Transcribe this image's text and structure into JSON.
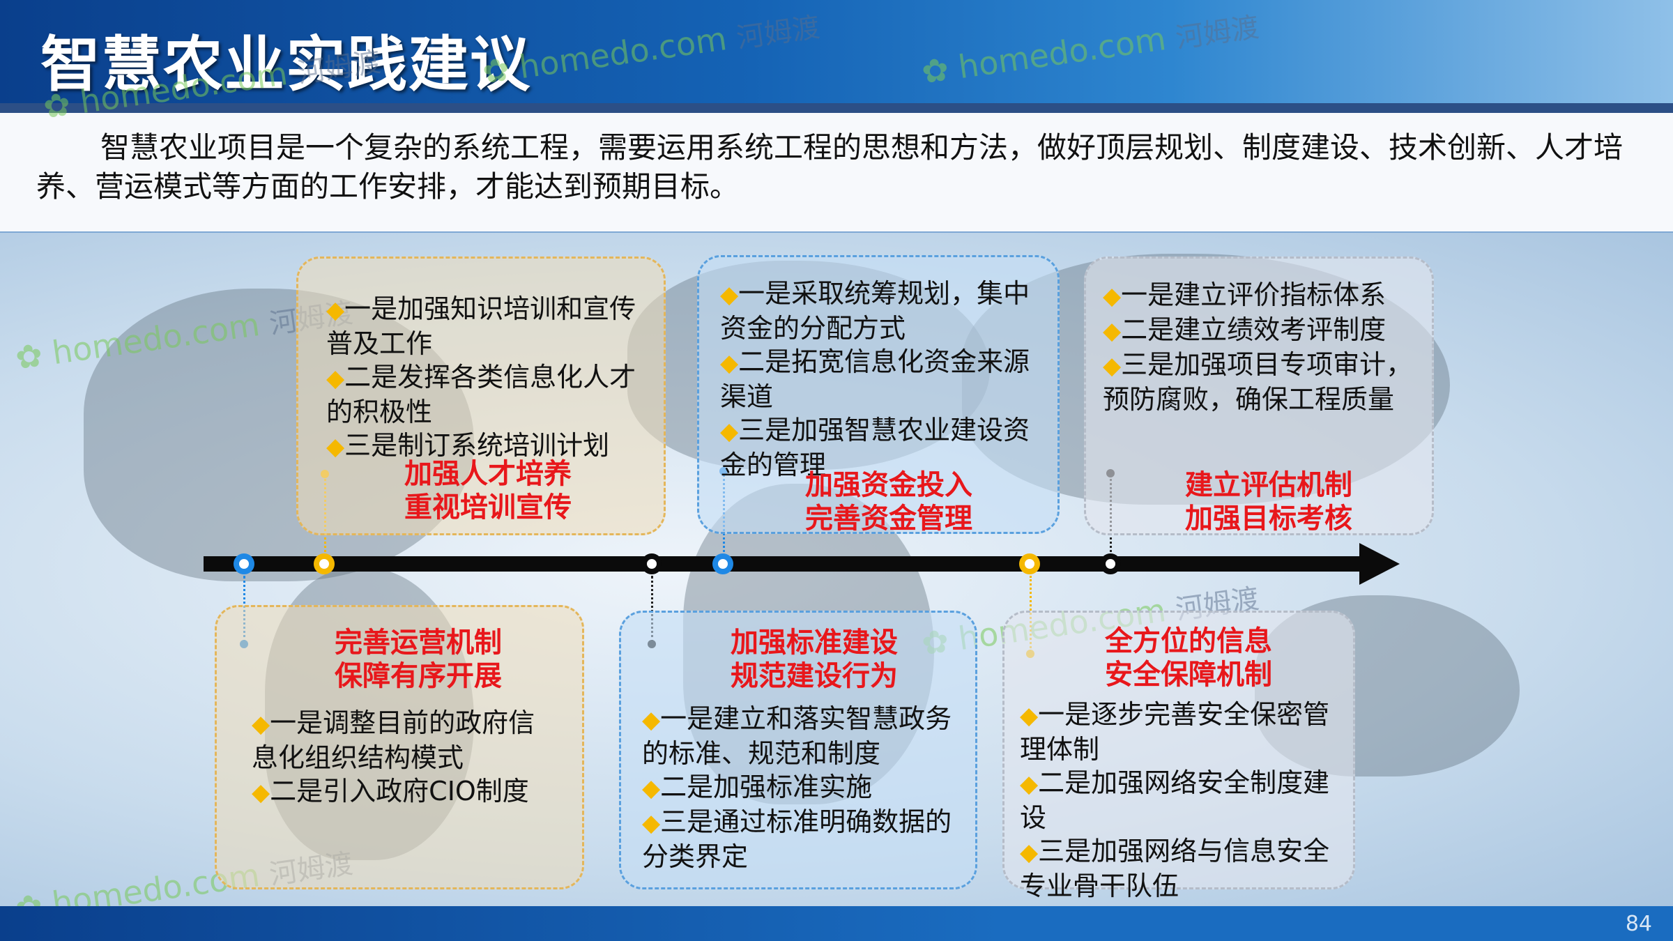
{
  "title": "智慧农业实践建议",
  "intro": "智慧农业项目是一个复杂的系统工程，需要运用系统工程的思想和方法，做好顶层规划、制度建设、技术创新、人才培养、营运模式等方面的工作安排，才能达到预期目标。",
  "page_number": "84",
  "watermark": {
    "site": "homedo.com",
    "cn": "河姆渡"
  },
  "colors": {
    "heading_red": "#e8171b",
    "bullet_yellow": "#f5b800",
    "node_blue": "#1e88e5"
  },
  "icons": {
    "bullet": "diamond-bullet-icon",
    "watermark": "flower-logo-icon"
  },
  "top_boxes": [
    {
      "heading": [
        "加强人才培养",
        "重视培训宣传"
      ],
      "items": [
        "一是加强知识培训和宣传普及工作",
        "二是发挥各类信息化人才的积极性",
        "三是制订系统培训计划"
      ]
    },
    {
      "heading": [
        "加强资金投入",
        "完善资金管理"
      ],
      "items": [
        "一是采取统筹规划，集中资金的分配方式",
        "二是拓宽信息化资金来源渠道",
        "三是加强智慧农业建设资金的管理"
      ]
    },
    {
      "heading": [
        "建立评估机制",
        "加强目标考核"
      ],
      "items": [
        "一是建立评价指标体系",
        "二是建立绩效考评制度",
        "三是加强项目专项审计，预防腐败，确保工程质量"
      ]
    }
  ],
  "bottom_boxes": [
    {
      "heading": [
        "完善运营机制",
        "保障有序开展"
      ],
      "items": [
        "一是调整目前的政府信息化组织结构模式",
        "二是引入政府CIO制度"
      ]
    },
    {
      "heading": [
        "加强标准建设",
        "规范建设行为"
      ],
      "items": [
        "一是建立和落实智慧政务的标准、规范和制度",
        "二是加强标准实施",
        "三是通过标准明确数据的分类界定"
      ]
    },
    {
      "heading": [
        "全方位的信息",
        "安全保障机制"
      ],
      "items": [
        "一是逐步完善安全保密管理体制",
        "二是加强网络安全制度建设",
        "三是加强网络与信息安全专业骨干队伍"
      ]
    }
  ]
}
